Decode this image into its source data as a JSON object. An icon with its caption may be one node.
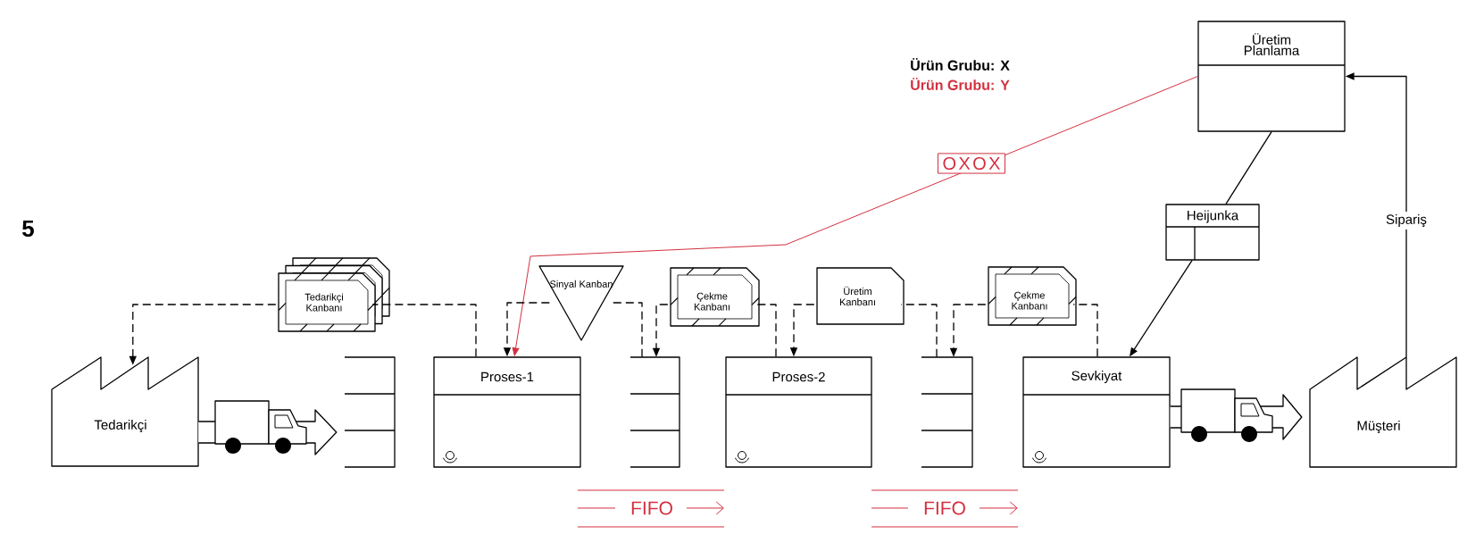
{
  "diagram": {
    "nodes": [
      {
        "text": [
          "Üretim Planlama"
        ]
      },
      {
        "text": [
          "Heijunka"
        ]
      },
      {
        "text": [
          "Tedarikçi Kanbanı"
        ]
      },
      {
        "text": [
          "Sinyal Kanban"
        ]
      },
      {
        "text": [
          "Çekme Kanbanı"
        ]
      },
      {
        "text": [
          "Üretim Kanbanı"
        ]
      },
      {
        "text": [
          "Çekme Kanbanı"
        ]
      },
      {
        "text": [
          "Tedarikçi"
        ]
      },
      {
        "text": [],
        "shape": "shelf"
      },
      {
        "text": [
          "Proses-1"
        ]
      },
      {
        "text": [],
        "shape": "shelf"
      },
      {
        "text": [
          "Proses-2"
        ]
      },
      {
        "text": [],
        "shape": "shelf"
      },
      {
        "text": [
          "Sevkiyat"
        ]
      },
      {
        "text": [
          "Müşteri"
        ]
      }
    ],
    "edges": [
      {
        "from": 0,
        "to": 1,
        "arrow": "none"
      },
      {
        "from": 1,
        "to": 13,
        "arrow": "to"
      },
      {
        "from": 14,
        "to": 0,
        "arrow": "to",
        "label": "Sipariş"
      },
      {
        "from": 0,
        "to": 9,
        "arrow": "to",
        "label": "OXOX",
        "color": "#d32f3f"
      },
      {
        "from": 9,
        "to": 2,
        "arrow": "none",
        "style": "dashed"
      },
      {
        "from": 2,
        "to": 7,
        "arrow": "to",
        "style": "dashed"
      },
      {
        "from": 10,
        "to": 3,
        "arrow": "none",
        "style": "dashed"
      },
      {
        "from": 3,
        "to": 9,
        "arrow": "to",
        "style": "dashed"
      },
      {
        "from": 11,
        "to": 4,
        "arrow": "none",
        "style": "dashed"
      },
      {
        "from": 4,
        "to": 10,
        "arrow": "to",
        "style": "dashed"
      },
      {
        "from": 12,
        "to": 5,
        "arrow": "none",
        "style": "dashed"
      },
      {
        "from": 5,
        "to": 11,
        "arrow": "to",
        "style": "dashed"
      },
      {
        "from": 13,
        "to": 6,
        "arrow": "none",
        "style": "dashed"
      },
      {
        "from": 6,
        "to": 12,
        "arrow": "to",
        "style": "dashed"
      },
      {
        "from": 7,
        "to": 8,
        "arrow": "to",
        "style": "thick"
      },
      {
        "from": 13,
        "to": 14,
        "arrow": "to",
        "style": "thick"
      }
    ],
    "labels": [
      "Ürün Grubu: X",
      "Ürün Grubu: Y",
      "5",
      "FIFO",
      "FIFO"
    ]
  }
}
